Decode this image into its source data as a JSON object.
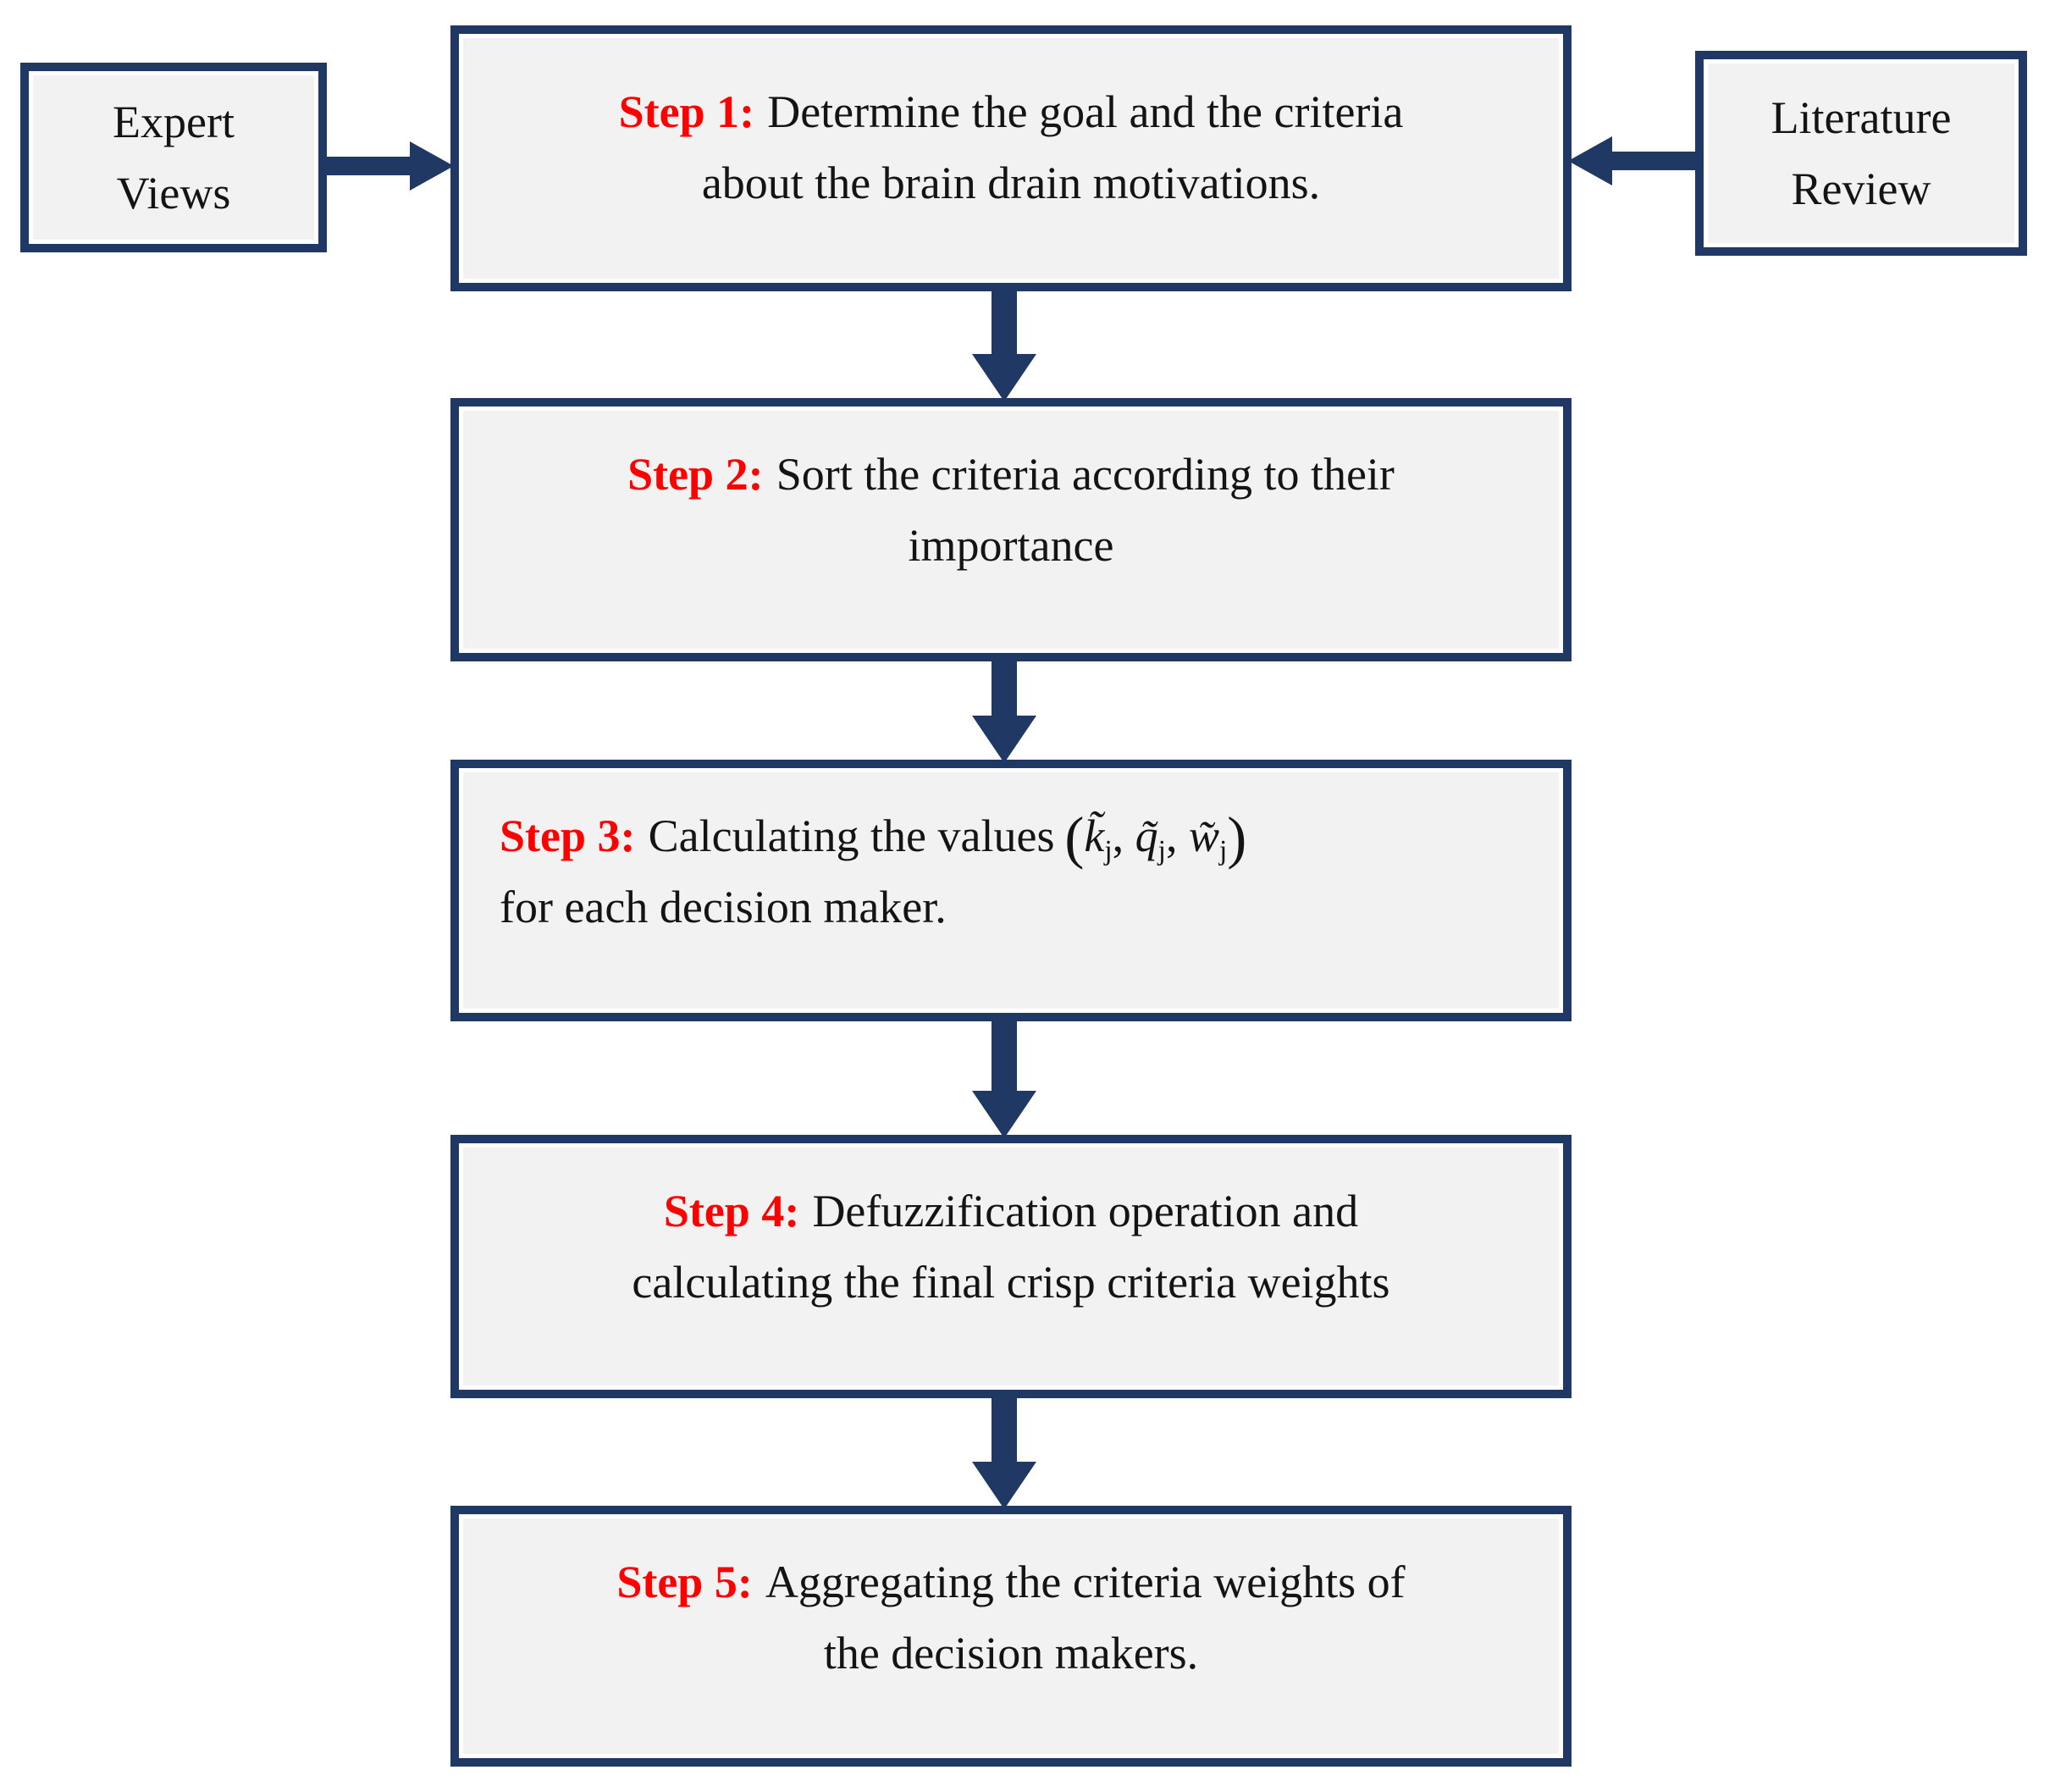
{
  "diagram": {
    "colors": {
      "border": "#1f3864",
      "arrow": "#1f3864",
      "fill": "#f2f2f2",
      "step_label": "#ff0000",
      "text": "#141414",
      "bg": "#ffffff"
    },
    "side_boxes": {
      "expert": {
        "line1": "Expert",
        "line2": "Views"
      },
      "literature": {
        "line1": "Literature",
        "line2": "Review"
      }
    },
    "steps": [
      {
        "label": "Step 1:",
        "line1": "Determine the goal and the criteria",
        "line2": "about the brain drain motivations."
      },
      {
        "label": "Step 2:",
        "line1": "Sort the criteria according to their",
        "line2": "importance"
      },
      {
        "label": "Step 3:",
        "line1": "Calculating the values",
        "math": {
          "open": "(",
          "terms": [
            {
              "base": "k̃",
              "sub": "j"
            },
            {
              "base": "q̃",
              "sub": "j"
            },
            {
              "base": "w̃",
              "sub": "j"
            }
          ],
          "sep": ", ",
          "close": ")"
        },
        "line2": "for each decision maker."
      },
      {
        "label": "Step 4:",
        "line1": "Defuzzification operation and",
        "line2": "calculating the final crisp criteria weights"
      },
      {
        "label": "Step 5:",
        "line1": "Aggregating the criteria weights of",
        "line2": "the decision makers."
      }
    ]
  }
}
